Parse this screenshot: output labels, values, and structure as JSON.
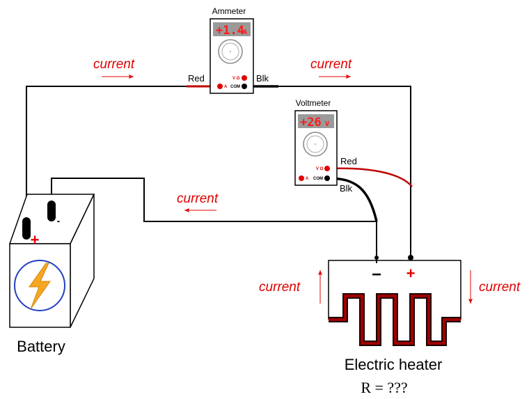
{
  "ammeter": {
    "title": "Ammeter",
    "display_value": "+1.4",
    "display_unit": "A",
    "jack_a": "A",
    "jack_v": "V Ω",
    "jack_com": "COM",
    "lead_red": "Red",
    "lead_blk": "Blk"
  },
  "voltmeter": {
    "title": "Voltmeter",
    "display_value": "+26",
    "display_unit": "V",
    "jack_v": "V Ω",
    "jack_a": "A",
    "jack_com": "COM",
    "lead_red": "Red",
    "lead_blk": "Blk"
  },
  "battery": {
    "label": "Battery",
    "plus": "+",
    "minus": "-",
    "icon": "lightning-bolt-icon"
  },
  "heater": {
    "label": "Electric heater",
    "formula": "R = ???",
    "plus": "+",
    "minus": "−"
  },
  "current_labels": {
    "top_left": "current",
    "top_right": "current",
    "return": "current",
    "heater_left": "current",
    "heater_right": "current"
  },
  "colors": {
    "current_red": "#e00000",
    "lcd_red": "#ff1a1a",
    "element_red": "#a00000",
    "bolt_orange": "#f5a623",
    "circle_blue": "#2040c0"
  }
}
